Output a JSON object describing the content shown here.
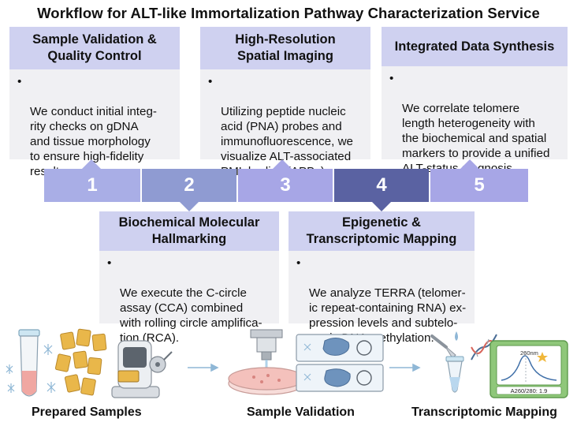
{
  "title": "Workflow for ALT-like Immortalization Pathway Characterization Service",
  "steps": [
    {
      "number": "1",
      "heading": "Sample Validation &\nQuality Control",
      "bullet": "•",
      "text": "We conduct initial integ-\nrity checks on gDNA\nand tissue morphology\nto ensure high-fidelity\nresults."
    },
    {
      "number": "2",
      "heading": "Biochemical Molecular\nHallmarking",
      "bullet": "•",
      "text": "We execute the C-circle\nassay (CCA) combined\nwith rolling circle amplifica-\ntion (RCA)."
    },
    {
      "number": "3",
      "heading": "High-Resolution\nSpatial Imaging",
      "bullet": "•",
      "text": "Utilizing peptide nucleic\nacid (PNA) probes and\nimmunofluorescence, we\nvisualize ALT-associated\nPML bodies (APBs)."
    },
    {
      "number": "4",
      "heading": "Epigenetic &\nTranscriptomic Mapping",
      "bullet": "•",
      "text": "We analyze TERRA (telomer-\nic repeat-containing RNA) ex-\npression levels and subtelo-\nmeric DNA methylation."
    },
    {
      "number": "5",
      "heading": "Integrated Data Synthesis",
      "bullet": "•",
      "text": "We correlate telomere\nlength heterogeneity with\nthe biochemical and spatial\nmarkers to provide a unified\nALT-status diagnosis."
    }
  ],
  "colors": {
    "band": [
      "#a9aee6",
      "#8f9bd2",
      "#a7a6e6",
      "#5a62a2",
      "#a7a6e6"
    ],
    "card_header": "#cfd1f0",
    "card_body": "#f0f0f3",
    "arrow": "#8f9bd2"
  },
  "bottom": {
    "captions": [
      "Prepared Samples",
      "Sample Validation",
      "Transcriptomic Mapping"
    ],
    "instrument_labels": {
      "wavelength": "260nm",
      "ratio": "A260/280: 1.9"
    },
    "icons": [
      "sample-tube-icon",
      "tissue-sections-icon",
      "snowflake-icon",
      "microtome-icon",
      "microscope-icon",
      "petri-dish-icon",
      "microscope-slides-icon",
      "pipette-icon",
      "dna-icon",
      "spectrophotometer-icon"
    ]
  }
}
